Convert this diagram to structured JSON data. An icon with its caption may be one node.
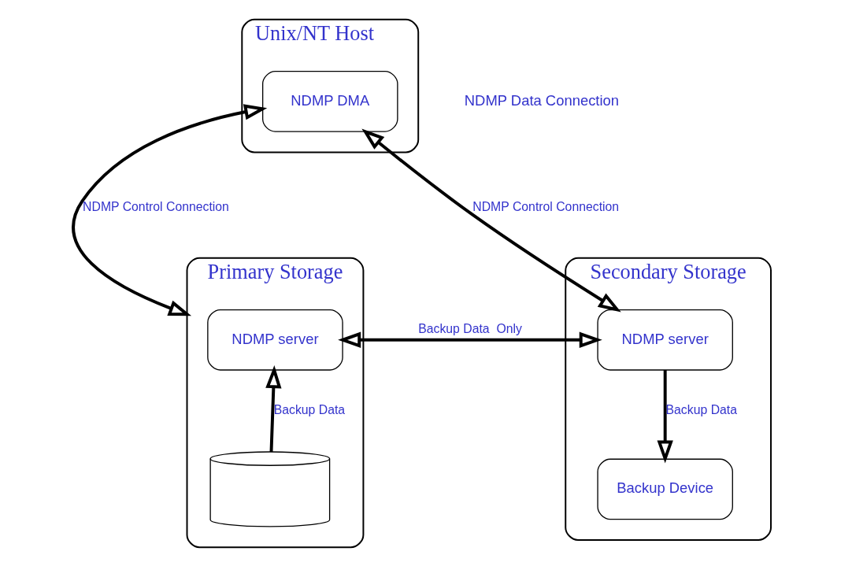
{
  "diagram": {
    "nodes": [
      {
        "text": [
          "Unix/NT Host"
        ]
      },
      {
        "text": [
          "NDMP DMA"
        ],
        "in": 0
      },
      {
        "text": [
          "Primary Storage"
        ]
      },
      {
        "text": [
          "NDMP server"
        ],
        "in": 2
      },
      {
        "text": [],
        "shape": "cylinder",
        "in": 2
      },
      {
        "text": [
          "Secondary Storage"
        ]
      },
      {
        "text": [
          "NDMP server"
        ],
        "in": 5
      },
      {
        "text": [
          "Backup Device"
        ],
        "in": 5
      }
    ],
    "edges": [
      {
        "from": 1,
        "to": 2,
        "arrow": "both",
        "label": "NDMP Control Connection"
      },
      {
        "from": 1,
        "to": 6,
        "arrow": "both",
        "label": "NDMP Control Connection"
      },
      {
        "from": 3,
        "to": 6,
        "arrow": "both",
        "label": "Backup Data  Only"
      },
      {
        "from": 4,
        "to": 3,
        "arrow": "to",
        "label": "Backup Data"
      },
      {
        "from": 6,
        "to": 7,
        "arrow": "to",
        "label": "Backup Data"
      }
    ],
    "labels": [
      "NDMP Data Connection"
    ]
  }
}
